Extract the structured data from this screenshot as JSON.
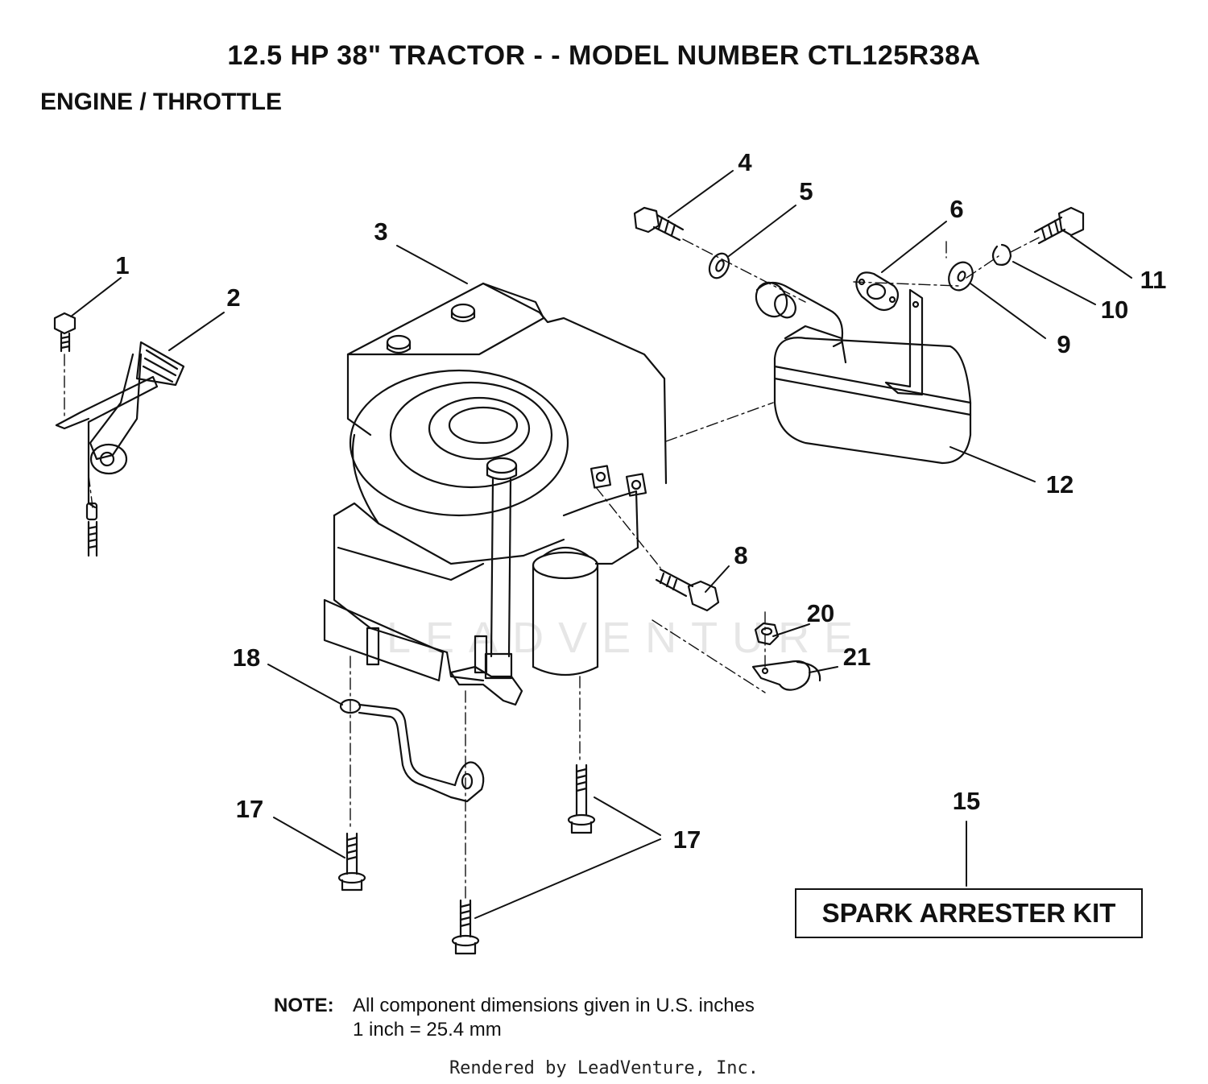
{
  "header": {
    "title": "12.5 HP 38\" TRACTOR - - MODEL NUMBER CTL125R38A",
    "section": "ENGINE / THROTTLE"
  },
  "callouts": [
    {
      "id": "c1",
      "label": "1"
    },
    {
      "id": "c2",
      "label": "2"
    },
    {
      "id": "c3",
      "label": "3"
    },
    {
      "id": "c4",
      "label": "4"
    },
    {
      "id": "c5",
      "label": "5"
    },
    {
      "id": "c6",
      "label": "6"
    },
    {
      "id": "c8",
      "label": "8"
    },
    {
      "id": "c9",
      "label": "9"
    },
    {
      "id": "c10",
      "label": "10"
    },
    {
      "id": "c11",
      "label": "11"
    },
    {
      "id": "c12",
      "label": "12"
    },
    {
      "id": "c15",
      "label": "15"
    },
    {
      "id": "c17a",
      "label": "17"
    },
    {
      "id": "c17b",
      "label": "17"
    },
    {
      "id": "c18",
      "label": "18"
    },
    {
      "id": "c20",
      "label": "20"
    },
    {
      "id": "c21",
      "label": "21"
    }
  ],
  "kit_label": "SPARK ARRESTER KIT",
  "note": {
    "label": "NOTE:",
    "line1": "All component dimensions given in U.S. inches",
    "line2": "1 inch = 25.4 mm"
  },
  "watermark": "LEADVENTURE",
  "footer": "Rendered by LeadVenture, Inc."
}
